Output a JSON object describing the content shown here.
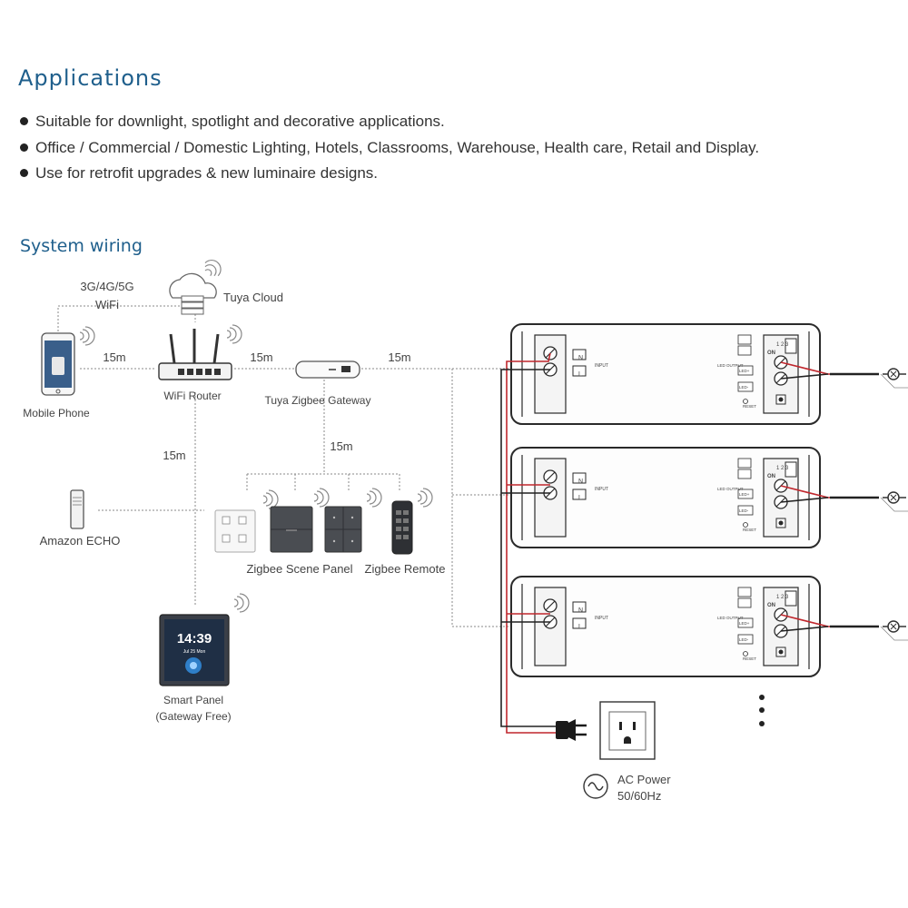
{
  "applications": {
    "title": "Applications",
    "bullets": [
      "Suitable for downlight, spotlight and decorative applications.",
      "Office / Commercial / Domestic Lighting, Hotels, Classrooms, Warehouse, Health care, Retail and Display.",
      "Use for retrofit upgrades & new luminaire designs."
    ]
  },
  "wiring": {
    "title": "System wiring",
    "network_label_line1": "3G/4G/5G",
    "network_label_line2": "WiFi",
    "tuya_cloud": "Tuya Cloud",
    "mobile_phone": "Mobile Phone",
    "wifi_router": "WiFi Router",
    "gateway": "Tuya Zigbee Gateway",
    "dist_phone_router": "15m",
    "dist_router_gateway": "15m",
    "dist_gateway_driver": "15m",
    "dist_gateway_panels": "15m",
    "dist_router_smartpanel": "15m",
    "amazon_echo": "Amazon ECHO",
    "scene_panel": "Zigbee Scene Panel",
    "remote": "Zigbee Remote",
    "smart_panel_line1": "Smart Panel",
    "smart_panel_line2": "(Gateway Free)",
    "smart_panel_time": "14:39",
    "smart_panel_date": "Jul 25 Mon",
    "ac_power_line1": "AC Power",
    "ac_power_line2": "50/60Hz",
    "driver_terminal_n": "N",
    "driver_terminal_l": "L",
    "driver_input_label": "INPUT",
    "driver_output_label": "LED OUTPUT",
    "driver_out_plus": "LED+",
    "driver_out_minus": "LED-",
    "driver_on": "ON",
    "driver_dip": "1 2 3",
    "driver_reset": "RESET"
  },
  "colors": {
    "heading": "#1f5f8c",
    "wire_red": "#c0272d",
    "wire_black": "#222222",
    "line_gray": "#8a8a8a"
  }
}
